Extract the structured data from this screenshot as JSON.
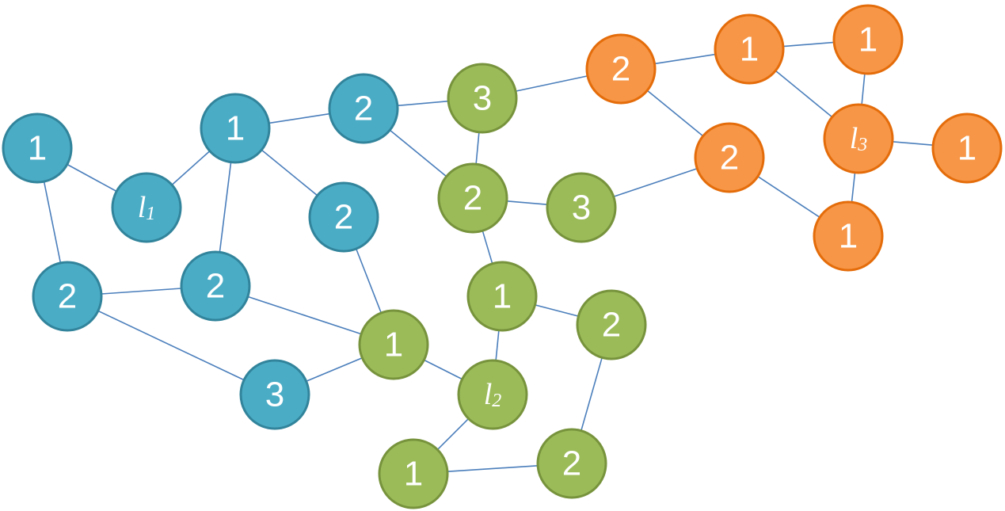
{
  "colors": {
    "blue": "#4bacc6",
    "green": "#9bbb59",
    "orange": "#f79646",
    "edge": "#4a7ebb"
  },
  "nodes": [
    {
      "id": "b1",
      "label": "1",
      "group": "blue"
    },
    {
      "id": "bI1",
      "label": "l",
      "sub": "1",
      "group": "blue",
      "italic": true
    },
    {
      "id": "b1c",
      "label": "1",
      "group": "blue"
    },
    {
      "id": "b2top",
      "label": "2",
      "group": "blue"
    },
    {
      "id": "b2mid",
      "label": "2",
      "group": "blue"
    },
    {
      "id": "b2left",
      "label": "2",
      "group": "blue"
    },
    {
      "id": "b2center",
      "label": "2",
      "group": "blue"
    },
    {
      "id": "b3",
      "label": "3",
      "group": "blue"
    },
    {
      "id": "g3top",
      "label": "3",
      "group": "green"
    },
    {
      "id": "g2",
      "label": "2",
      "group": "green"
    },
    {
      "id": "g3",
      "label": "3",
      "group": "green"
    },
    {
      "id": "g1a",
      "label": "1",
      "group": "green"
    },
    {
      "id": "g1b",
      "label": "1",
      "group": "green"
    },
    {
      "id": "g2r",
      "label": "2",
      "group": "green"
    },
    {
      "id": "gI2",
      "label": "l",
      "sub": "2",
      "group": "green",
      "italic": true
    },
    {
      "id": "g1c",
      "label": "1",
      "group": "green"
    },
    {
      "id": "g2bot",
      "label": "2",
      "group": "green"
    },
    {
      "id": "o2a",
      "label": "2",
      "group": "orange"
    },
    {
      "id": "o1a",
      "label": "1",
      "group": "orange"
    },
    {
      "id": "o1b",
      "label": "1",
      "group": "orange"
    },
    {
      "id": "oI3",
      "label": "l",
      "sub": "3",
      "group": "orange",
      "italic": true
    },
    {
      "id": "o1c",
      "label": "1",
      "group": "orange"
    },
    {
      "id": "o2b",
      "label": "2",
      "group": "orange"
    },
    {
      "id": "o1d",
      "label": "1",
      "group": "orange"
    }
  ],
  "edges": [
    [
      "b1",
      "bI1"
    ],
    [
      "b1",
      "b2left"
    ],
    [
      "bI1",
      "b1c"
    ],
    [
      "b1c",
      "b2top"
    ],
    [
      "b1c",
      "b2mid"
    ],
    [
      "b1c",
      "b2center"
    ],
    [
      "b2left",
      "b2center"
    ],
    [
      "b2left",
      "b3"
    ],
    [
      "b2center",
      "g1b"
    ],
    [
      "b2mid",
      "g1b"
    ],
    [
      "b3",
      "g1b"
    ],
    [
      "b2top",
      "g3top"
    ],
    [
      "b2top",
      "g2"
    ],
    [
      "g3top",
      "g2"
    ],
    [
      "g3top",
      "o2a"
    ],
    [
      "g2",
      "g3"
    ],
    [
      "g2",
      "g1a"
    ],
    [
      "g1a",
      "g2r"
    ],
    [
      "g1a",
      "gI2"
    ],
    [
      "g1b",
      "gI2"
    ],
    [
      "gI2",
      "g1c"
    ],
    [
      "g1c",
      "g2bot"
    ],
    [
      "g2bot",
      "g2r"
    ],
    [
      "g3",
      "o2b"
    ],
    [
      "o2a",
      "o1a"
    ],
    [
      "o2a",
      "o2b"
    ],
    [
      "o1a",
      "o1b"
    ],
    [
      "o1a",
      "oI3"
    ],
    [
      "o1b",
      "oI3"
    ],
    [
      "oI3",
      "o1c"
    ],
    [
      "oI3",
      "o1d"
    ],
    [
      "o2b",
      "o1d"
    ]
  ]
}
